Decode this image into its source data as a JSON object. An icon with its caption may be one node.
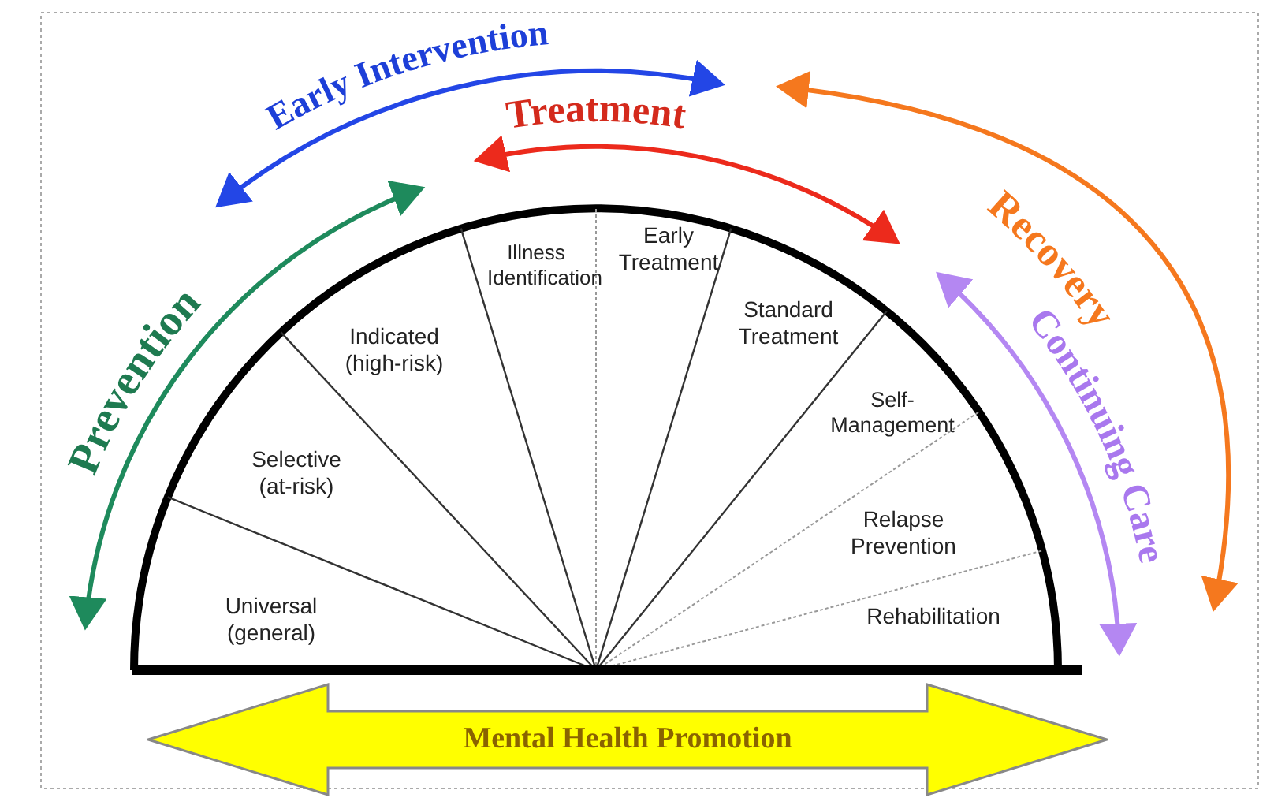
{
  "diagram": {
    "nodes": [
      {
        "text": [
          "Mental Health Promotion"
        ]
      }
    ],
    "edges": [],
    "labels": [
      "Early Intervention",
      "Treatment",
      "Recovery",
      "Prevention",
      "Continuing Care",
      "Illness Identification",
      "Early Treatment",
      "Indicated (high-risk)",
      "Standard Treatment",
      "Self-Management",
      "Selective (at-risk)",
      "Relapse Prevention",
      "Universal (general)",
      "Rehabilitation"
    ]
  }
}
